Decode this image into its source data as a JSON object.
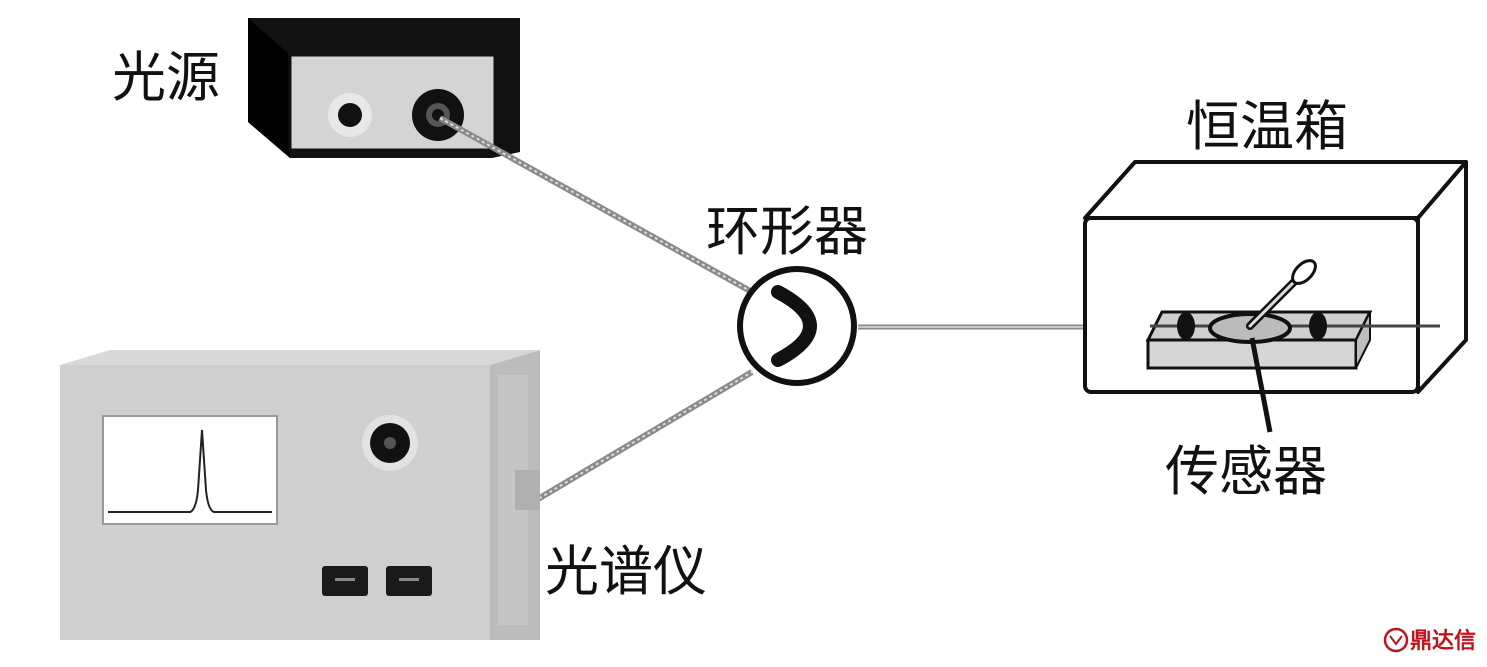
{
  "labels": {
    "light_source": "光源",
    "circulator": "环形器",
    "spectrometer": "光谱仪",
    "thermostat": "恒温箱",
    "sensor": "传感器"
  },
  "watermark": {
    "text": "鼎达信"
  },
  "colors": {
    "ink": "#111111",
    "fiber": "#8a8a8a",
    "device_gray": "#cfcfcf",
    "device_gray_dark": "#b4b4b4",
    "watermark": "#c0141c"
  }
}
